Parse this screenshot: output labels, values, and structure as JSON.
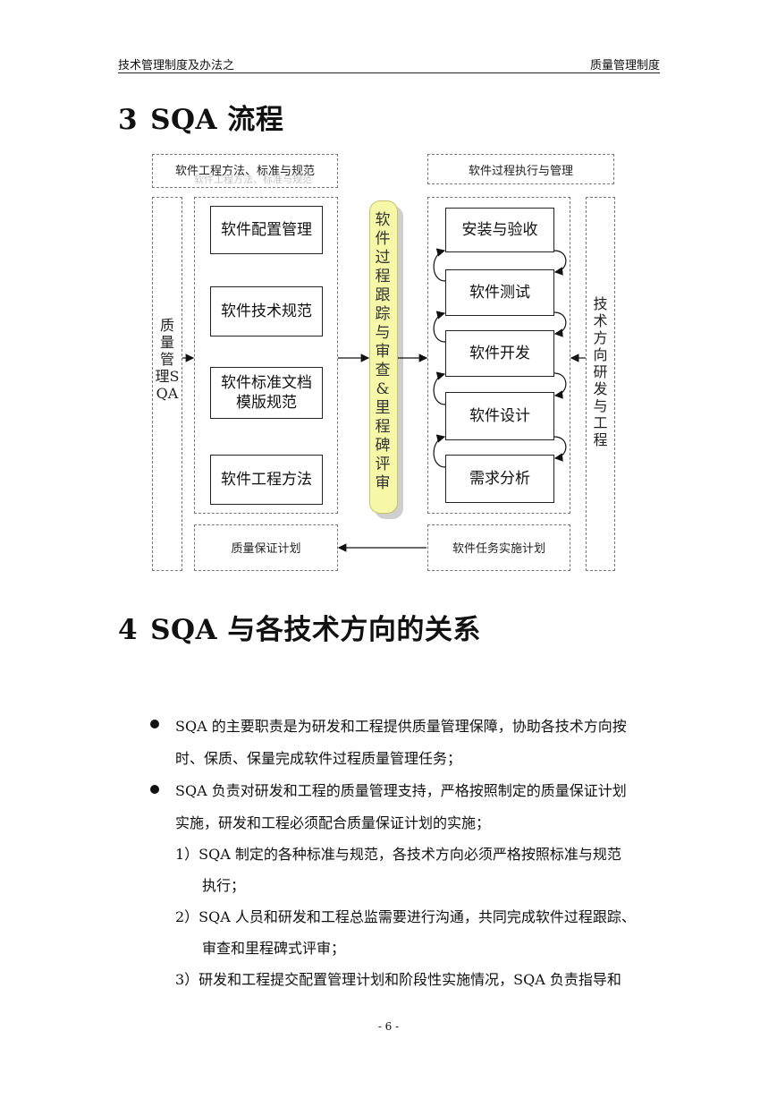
{
  "header": {
    "left": "技术管理制度及办法之",
    "right": "质量管理制度"
  },
  "section3": {
    "number": "3",
    "title": "SQA 流程"
  },
  "diagram": {
    "left_top_label": "软件工程方法、标准与规范",
    "left_top_ghost": "软件工程方法、标准与规范",
    "right_top_label": "软件过程执行与管理",
    "left_vertical": "质量管理SQA",
    "left_items": [
      "软件配置管理",
      "软件技术规范",
      "软件标准文档模版规范",
      "软件工程方法"
    ],
    "center_pill": "软件过程跟踪与审查&里程碑评审",
    "right_items": [
      "安装与验收",
      "软件测试",
      "软件开发",
      "软件设计",
      "需求分析"
    ],
    "right_vertical": "技术方向研发与工程",
    "bottom_left": "质量保证计划",
    "bottom_right": "软件任务实施计划"
  },
  "section4": {
    "number": "4",
    "title": "SQA 与各技术方向的关系"
  },
  "body": {
    "b1_line1": "SQA 的主要职责是为研发和工程提供质量管理保障，协助各技术方向按",
    "b1_line2": "时、保质、保量完成软件过程质量管理任务；",
    "b2_line1": "SQA 负责对研发和工程的质量管理支持，严格按照制定的质量保证计划",
    "b2_line2": "实施，研发和工程必须配合质量保证计划的实施；",
    "s1_line1": "1）SQA 制定的各种标准与规范，各技术方向必须严格按照标准与规范",
    "s1_line2": "执行；",
    "s2_line1": "2）SQA 人员和研发和工程总监需要进行沟通，共同完成软件过程跟踪、",
    "s2_line2": "审查和里程碑式评审；",
    "s3_line1": "3）研发和工程提交配置管理计划和阶段性实施情况，SQA 负责指导和"
  },
  "footer": {
    "page": "- 6 -"
  }
}
